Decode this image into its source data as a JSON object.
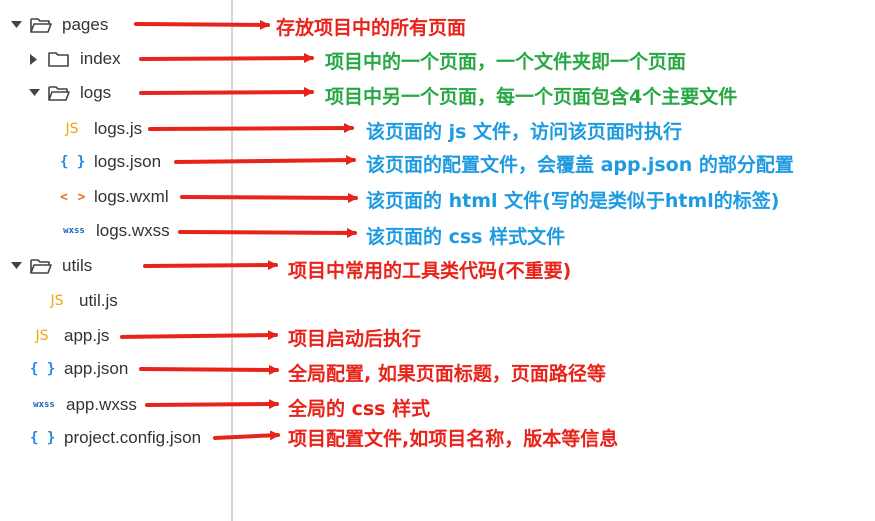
{
  "tree": [
    {
      "name": "pages",
      "type": "folder",
      "expanded": true,
      "level": 0,
      "icon": "folder-open-icon"
    },
    {
      "name": "index",
      "type": "folder",
      "expanded": false,
      "level": 1,
      "icon": "folder-icon"
    },
    {
      "name": "logs",
      "type": "folder",
      "expanded": true,
      "level": 1,
      "icon": "folder-open-icon"
    },
    {
      "name": "logs.js",
      "type": "file",
      "icon": "js-file-icon",
      "icon_text": "JS"
    },
    {
      "name": "logs.json",
      "type": "file",
      "icon": "json-file-icon",
      "icon_text": "{ }"
    },
    {
      "name": "logs.wxml",
      "type": "file",
      "icon": "wxml-file-icon",
      "icon_text": "< >"
    },
    {
      "name": "logs.wxss",
      "type": "file",
      "icon": "wxss-file-icon",
      "icon_text": "wxss"
    },
    {
      "name": "utils",
      "type": "folder",
      "expanded": true,
      "level": 0,
      "icon": "folder-open-icon"
    },
    {
      "name": "util.js",
      "type": "file",
      "icon": "js-file-icon",
      "icon_text": "JS"
    },
    {
      "name": "app.js",
      "type": "file",
      "icon": "js-file-icon",
      "icon_text": "JS"
    },
    {
      "name": "app.json",
      "type": "file",
      "icon": "json-file-icon",
      "icon_text": "{ }"
    },
    {
      "name": "app.wxss",
      "type": "file",
      "icon": "wxss-file-icon",
      "icon_text": "wxss"
    },
    {
      "name": "project.config.json",
      "type": "file",
      "icon": "json-file-icon",
      "icon_text": "{ }"
    }
  ],
  "annotations": [
    {
      "text": "存放项目中的所有页面",
      "color": "#e8231a"
    },
    {
      "text": "项目中的一个页面，一个文件夹即一个页面",
      "color": "#27a844"
    },
    {
      "text": "项目中另一个页面，每一个页面包含4个主要文件",
      "color": "#27a844"
    },
    {
      "text": "该页面的 js 文件，访问该页面时执行",
      "color": "#1e9be0"
    },
    {
      "text": "该页面的配置文件，会覆盖 app.json 的部分配置",
      "color": "#1e9be0"
    },
    {
      "text": "该页面的 html 文件(写的是类似于html的标签)",
      "color": "#1e9be0"
    },
    {
      "text": "该页面的 css  样式文件",
      "color": "#1e9be0"
    },
    {
      "text": "项目中常用的工具类代码(不重要)",
      "color": "#e8231a"
    },
    {
      "text": "项目启动后执行",
      "color": "#e8231a"
    },
    {
      "text": "全局配置, 如果页面标题，页面路径等",
      "color": "#e8231a"
    },
    {
      "text": "全局的 css 样式",
      "color": "#e8231a"
    },
    {
      "text": "项目配置文件,如项目名称，版本等信息",
      "color": "#e8231a"
    }
  ],
  "colors": {
    "arrow": "#e8231a",
    "divider": "#d7d7d7",
    "file_text": "#333333"
  }
}
